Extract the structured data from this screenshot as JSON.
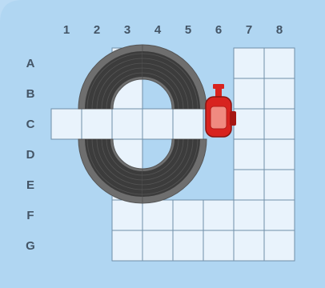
{
  "colors": {
    "background": "#bcdcf5",
    "frame": "#9ccbee",
    "tile": "#e9f3fc",
    "tile_border": "#6f8fa8",
    "track_dark": "#3c3c3c",
    "track_rim": "#6e6e6e",
    "car": "#d8231f",
    "car_window": "#f08a80"
  },
  "columns": [
    "1",
    "2",
    "3",
    "4",
    "5",
    "6",
    "7",
    "8"
  ],
  "rows": [
    "A",
    "B",
    "C",
    "D",
    "E",
    "F",
    "G"
  ],
  "tiles": [
    {
      "row": "A",
      "col": "3"
    },
    {
      "row": "A",
      "col": "7"
    },
    {
      "row": "A",
      "col": "8"
    },
    {
      "row": "B",
      "col": "3"
    },
    {
      "row": "B",
      "col": "7"
    },
    {
      "row": "B",
      "col": "8"
    },
    {
      "row": "C",
      "col": "1"
    },
    {
      "row": "C",
      "col": "2"
    },
    {
      "row": "C",
      "col": "3"
    },
    {
      "row": "C",
      "col": "4"
    },
    {
      "row": "C",
      "col": "5"
    },
    {
      "row": "C",
      "col": "7"
    },
    {
      "row": "C",
      "col": "8"
    },
    {
      "row": "D",
      "col": "3"
    },
    {
      "row": "D",
      "col": "7"
    },
    {
      "row": "D",
      "col": "8"
    },
    {
      "row": "E",
      "col": "3"
    },
    {
      "row": "E",
      "col": "7"
    },
    {
      "row": "E",
      "col": "8"
    },
    {
      "row": "F",
      "col": "3"
    },
    {
      "row": "F",
      "col": "4"
    },
    {
      "row": "F",
      "col": "5"
    },
    {
      "row": "F",
      "col": "6"
    },
    {
      "row": "F",
      "col": "7"
    },
    {
      "row": "F",
      "col": "8"
    },
    {
      "row": "G",
      "col": "3"
    },
    {
      "row": "G",
      "col": "4"
    },
    {
      "row": "G",
      "col": "5"
    },
    {
      "row": "G",
      "col": "6"
    },
    {
      "row": "G",
      "col": "7"
    },
    {
      "row": "G",
      "col": "8"
    }
  ],
  "track_pieces": [
    {
      "kind": "curve",
      "cell": "A2",
      "turn": "bottom-right"
    },
    {
      "kind": "curve",
      "cell": "A4",
      "turn": "bottom-left"
    },
    {
      "kind": "curve",
      "cell": "D2",
      "turn": "top-right"
    },
    {
      "kind": "curve",
      "cell": "D4",
      "turn": "top-left"
    }
  ],
  "car": {
    "cell": "C6",
    "facing": "up"
  }
}
